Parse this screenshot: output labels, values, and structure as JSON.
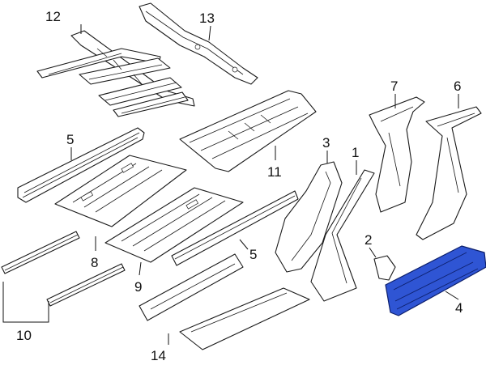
{
  "diagram": {
    "highlight_color": "#2f55d4",
    "line_color": "#1a1a1a",
    "highlighted_part": "4",
    "callouts": {
      "c1": "1",
      "c2": "2",
      "c3": "3",
      "c4": "4",
      "c5a": "5",
      "c5b": "5",
      "c6": "6",
      "c7": "7",
      "c8": "8",
      "c9": "9",
      "c10": "10",
      "c11": "11",
      "c12": "12",
      "c13": "13",
      "c14": "14"
    }
  }
}
